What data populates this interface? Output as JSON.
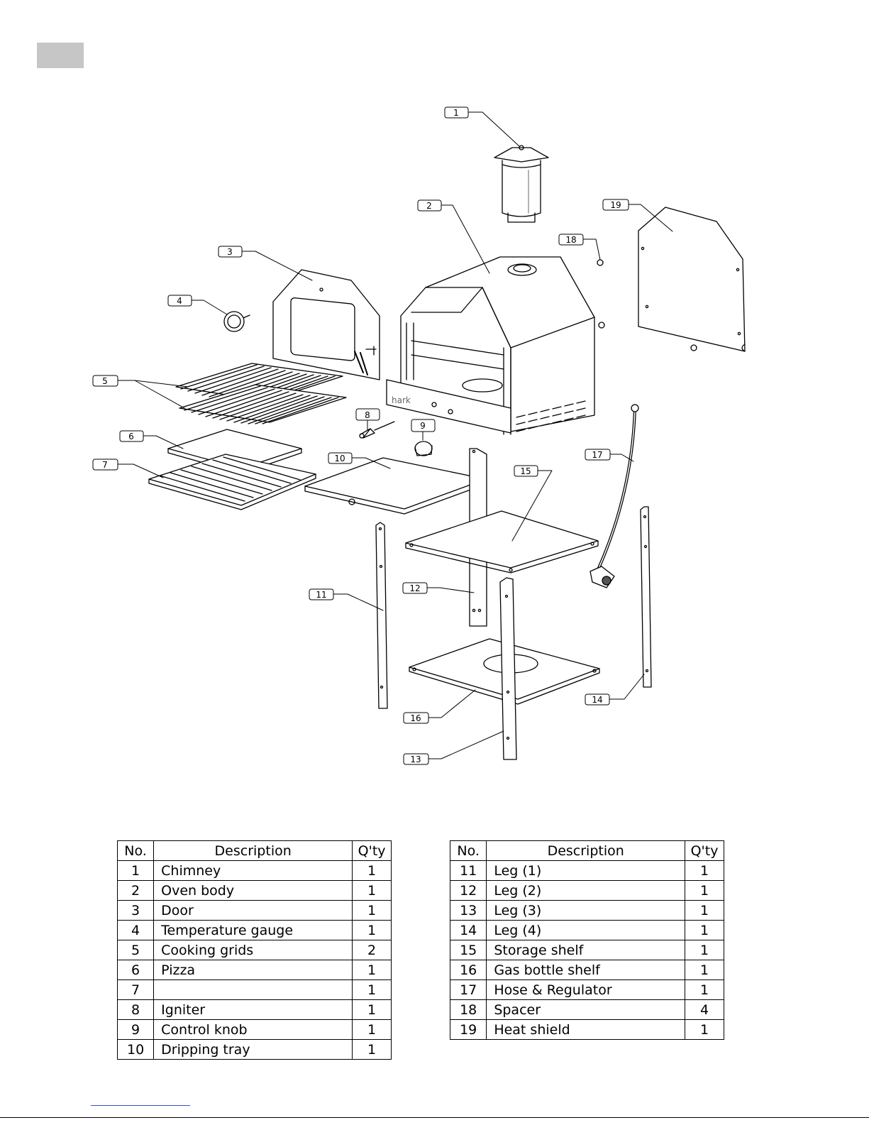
{
  "callouts": [
    {
      "n": "1"
    },
    {
      "n": "2"
    },
    {
      "n": "3"
    },
    {
      "n": "4"
    },
    {
      "n": "5"
    },
    {
      "n": "6"
    },
    {
      "n": "7"
    },
    {
      "n": "8"
    },
    {
      "n": "9"
    },
    {
      "n": "10"
    },
    {
      "n": "11"
    },
    {
      "n": "12"
    },
    {
      "n": "13"
    },
    {
      "n": "14"
    },
    {
      "n": "15"
    },
    {
      "n": "16"
    },
    {
      "n": "17"
    },
    {
      "n": "18"
    },
    {
      "n": "19"
    }
  ],
  "oven_brand": "hark",
  "table_headers": {
    "no": "No.",
    "description": "Description",
    "qty": "Q'ty"
  },
  "parts_left": [
    {
      "no": "1",
      "description": "Chimney",
      "qty": "1"
    },
    {
      "no": "2",
      "description": "Oven body",
      "qty": "1"
    },
    {
      "no": "3",
      "description": "Door",
      "qty": "1"
    },
    {
      "no": "4",
      "description": "Temperature gauge",
      "qty": "1"
    },
    {
      "no": "5",
      "description": "Cooking grids",
      "qty": "2"
    },
    {
      "no": "6",
      "description": "Pizza",
      "qty": "1"
    },
    {
      "no": "7",
      "description": "",
      "qty": "1"
    },
    {
      "no": "8",
      "description": "Igniter",
      "qty": "1"
    },
    {
      "no": "9",
      "description": "Control knob",
      "qty": "1"
    },
    {
      "no": "10",
      "description": "Dripping tray",
      "qty": "1"
    }
  ],
  "parts_right": [
    {
      "no": "11",
      "description": "Leg (1)",
      "qty": "1"
    },
    {
      "no": "12",
      "description": "Leg (2)",
      "qty": "1"
    },
    {
      "no": "13",
      "description": "Leg (3)",
      "qty": "1"
    },
    {
      "no": "14",
      "description": "Leg (4)",
      "qty": "1"
    },
    {
      "no": "15",
      "description": "Storage shelf",
      "qty": "1"
    },
    {
      "no": "16",
      "description": "Gas bottle shelf",
      "qty": "1"
    },
    {
      "no": "17",
      "description": "Hose & Regulator",
      "qty": "1"
    },
    {
      "no": "18",
      "description": "Spacer",
      "qty": "4"
    },
    {
      "no": "19",
      "description": "Heat shield",
      "qty": "1"
    }
  ]
}
